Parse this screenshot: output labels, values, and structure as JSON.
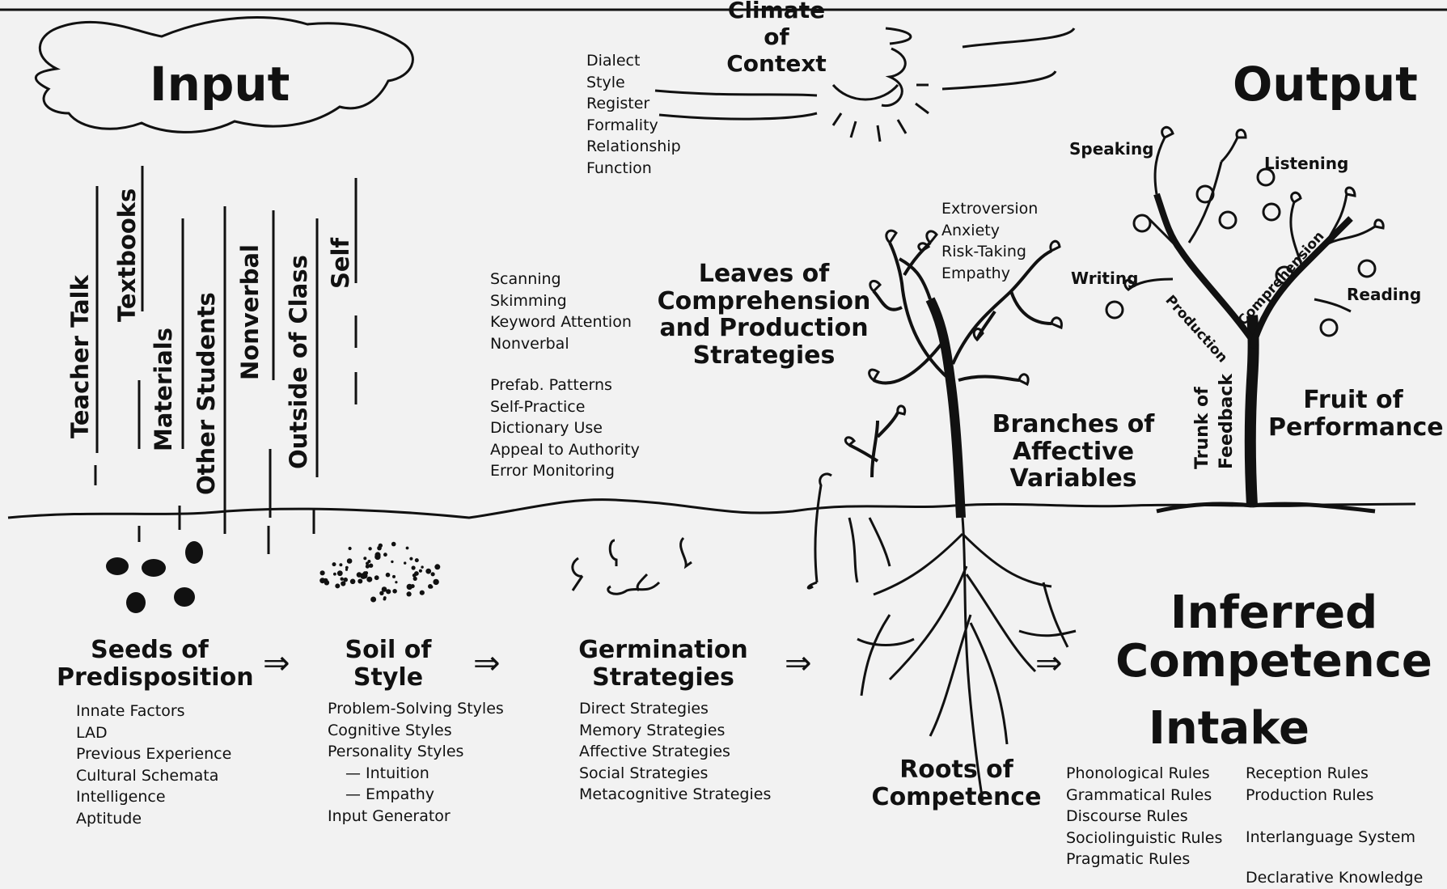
{
  "input": {
    "title": "Input",
    "sources": [
      "Teacher Talk",
      "Textbooks",
      "Materials",
      "Other Students",
      "Nonverbal",
      "Outside of Class",
      "Self"
    ]
  },
  "climate": {
    "title": "Climate of Context",
    "title_lines": [
      "Climate",
      "of",
      "Context"
    ],
    "items": [
      "Dialect",
      "Style",
      "Register",
      "Formality",
      "Relationship",
      "Function"
    ]
  },
  "output": {
    "title": "Output",
    "skills": [
      "Speaking",
      "Listening",
      "Writing",
      "Reading"
    ],
    "branch_labels": [
      "Production",
      "Comprehension"
    ],
    "trunk_label_lines": [
      "Trunk of",
      "Feedback"
    ],
    "fruit_label_lines": [
      "Fruit of",
      "Performance"
    ]
  },
  "leaves": {
    "title_lines": [
      "Leaves of",
      "Comprehension",
      "and Production",
      "Strategies"
    ],
    "comprehension_items": [
      "Scanning",
      "Skimming",
      "Keyword Attention",
      "Nonverbal"
    ],
    "production_items": [
      "Prefab. Patterns",
      "Self-Practice",
      "Dictionary Use",
      "Appeal to Authority",
      "Error Monitoring"
    ]
  },
  "branches": {
    "title_lines": [
      "Branches of",
      "Affective",
      "Variables"
    ],
    "items": [
      "Extroversion",
      "Anxiety",
      "Risk-Taking",
      "Empathy"
    ]
  },
  "seeds": {
    "title_lines": [
      "Seeds of",
      "Predisposition"
    ],
    "items": [
      "Innate Factors",
      "LAD",
      "Previous Experience",
      "Cultural Schemata",
      "Intelligence",
      "Aptitude"
    ]
  },
  "soil": {
    "title_lines": [
      "Soil of",
      "Style"
    ],
    "items": [
      "Problem-Solving Styles",
      "Cognitive Styles",
      "Personality Styles",
      "— Intuition",
      "— Empathy",
      "Input Generator"
    ]
  },
  "germination": {
    "title_lines": [
      "Germination",
      "Strategies"
    ],
    "items": [
      "Direct Strategies",
      "Memory Strategies",
      "Affective Strategies",
      "Social Strategies",
      "Metacognitive Strategies"
    ]
  },
  "roots": {
    "title_lines": [
      "Roots of",
      "Competence"
    ]
  },
  "competence": {
    "title_lines": [
      "Inferred",
      "Competence"
    ],
    "intake": "Intake",
    "rules_left": [
      "Phonological Rules",
      "Grammatical Rules",
      "Discourse Rules",
      "Sociolinguistic Rules",
      "Pragmatic Rules"
    ],
    "rules_right": [
      "Reception Rules",
      "Production Rules"
    ],
    "interlanguage": "Interlanguage System",
    "declarative": "Declarative Knowledge"
  },
  "arrow_symbol": "⇒",
  "colors": {
    "background": "#f2f2f2",
    "ink": "#111111"
  }
}
